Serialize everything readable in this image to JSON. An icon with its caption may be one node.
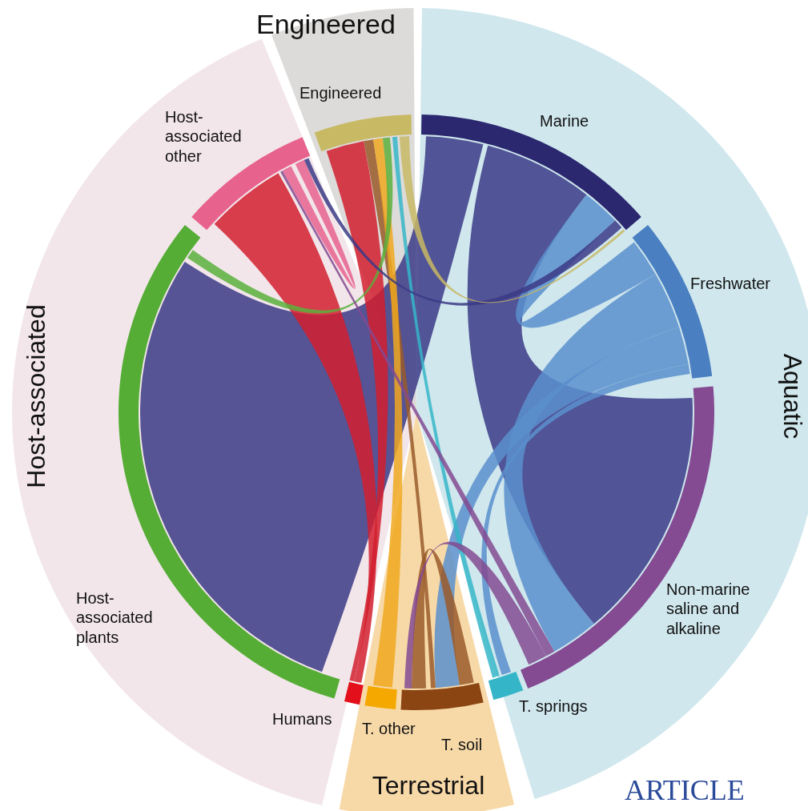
{
  "diagram": {
    "nodes": [
      {
        "text": [
          "Engineered"
        ]
      },
      {
        "text": [
          "Aquatic"
        ]
      },
      {
        "text": [
          "Terrestrial"
        ]
      },
      {
        "text": [
          "Host-associated"
        ]
      },
      {
        "text": [
          "Engineered"
        ],
        "in": 0
      },
      {
        "text": [
          "Marine"
        ],
        "in": 1
      },
      {
        "text": [
          "Freshwater"
        ],
        "in": 1
      },
      {
        "text": [
          "Non-marine saline and alkaline"
        ],
        "in": 1
      },
      {
        "text": [
          "T. springs"
        ],
        "in": 1
      },
      {
        "text": [
          "T. soil"
        ],
        "in": 2
      },
      {
        "text": [
          "T. other"
        ],
        "in": 2
      },
      {
        "text": [
          "Humans"
        ],
        "in": 3
      },
      {
        "text": [
          "Host-associated plants"
        ],
        "in": 3
      },
      {
        "text": [
          "Host-associated other"
        ],
        "in": 3
      }
    ],
    "edges": [
      {
        "from": 5,
        "to": 12,
        "arrow": "none"
      },
      {
        "from": 5,
        "to": 7,
        "arrow": "none"
      },
      {
        "from": 6,
        "to": 5,
        "arrow": "none",
        "color": "#5b8fcc"
      },
      {
        "from": 6,
        "to": 7,
        "arrow": "none",
        "color": "#5b8fcc"
      },
      {
        "from": 6,
        "to": 9,
        "arrow": "none",
        "color": "#5b8fcc"
      },
      {
        "from": 6,
        "to": 8,
        "arrow": "none",
        "color": "#5b8fcc"
      },
      {
        "from": 11,
        "to": 13,
        "arrow": "none",
        "color": "#d21f2e"
      },
      {
        "from": 11,
        "to": 4,
        "arrow": "none",
        "color": "#d21f2e"
      },
      {
        "from": 9,
        "to": 9,
        "arrow": "none",
        "color": "#9a5a2a"
      },
      {
        "from": 9,
        "to": 4,
        "arrow": "none",
        "color": "#9a5a2a"
      },
      {
        "from": 10,
        "to": 4,
        "arrow": "none",
        "color": "#f0a820"
      },
      {
        "from": 12,
        "to": 4,
        "arrow": "none",
        "color": "#5ab03c"
      },
      {
        "from": 8,
        "to": 4,
        "arrow": "none",
        "color": "#35b6c8"
      },
      {
        "from": 13,
        "to": 13,
        "arrow": "none",
        "color": "#e8628e"
      },
      {
        "from": 7,
        "to": 13,
        "arrow": "none",
        "color": "#844a92"
      },
      {
        "from": 5,
        "to": 13,
        "arrow": "none"
      },
      {
        "from": 7,
        "to": 9,
        "arrow": "none",
        "color": "#844a92"
      },
      {
        "from": 4,
        "to": 5,
        "arrow": "none",
        "color": "#c8b964"
      }
    ],
    "labels": [
      "ARTICLE"
    ]
  }
}
